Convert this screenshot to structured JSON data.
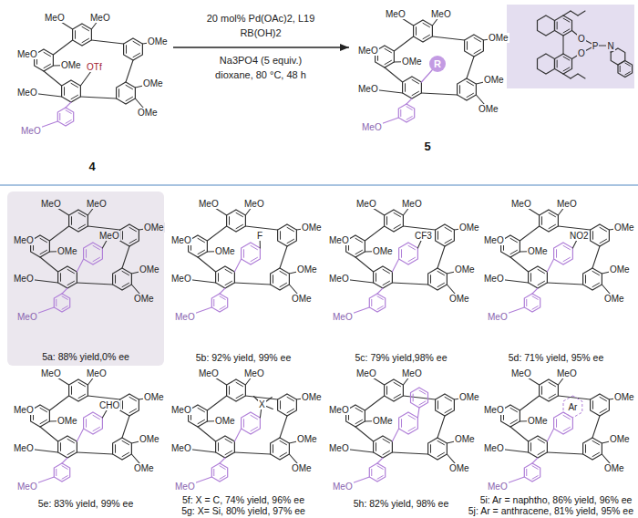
{
  "diagram": {
    "nodes": [
      {
        "text": [
          "4"
        ]
      },
      {
        "text": [
          "5"
        ]
      },
      {
        "text": [
          "O",
          "O",
          "P",
          "N"
        ]
      },
      {
        "text": [
          "5a: 88% yield,0% ee"
        ]
      }
    ],
    "edges": [
      {
        "from": 0,
        "to": 1,
        "arrow": "to"
      }
    ],
    "labels": [
      "20 mol% Pd(OAc)2, L19",
      "RB(OH)2",
      "Na3PO4 (5 equiv.)",
      "dioxane, 80 °C, 48 h",
      "MeO",
      "MeO",
      "OMe",
      "MeO",
      "OMe",
      "OMe",
      "MeO",
      "OMe",
      "MeO",
      "OTf",
      "MeO",
      "MeO",
      "OMe",
      "MeO",
      "OMe",
      "OMe",
      "MeO",
      "OMe",
      "MeO",
      "R",
      "MeO",
      "MeO",
      "OMe",
      "MeO",
      "OMe",
      "OMe",
      "MeO",
      "OMe",
      "MeO",
      "MeO",
      "MeO",
      "MeO",
      "OMe",
      "MeO",
      "OMe",
      "OMe",
      "MeO",
      "OMe",
      "MeO",
      "F",
      "5b: 92% yield, 99% ee",
      "MeO",
      "MeO",
      "OMe",
      "MeO",
      "OMe",
      "OMe",
      "MeO",
      "OMe",
      "MeO",
      "CF3",
      "5c: 79% yield,98% ee",
      "MeO",
      "MeO",
      "OMe",
      "MeO",
      "OMe",
      "OMe",
      "MeO",
      "OMe",
      "MeO",
      "NO2",
      "5d: 71% yield, 95% ee",
      "MeO",
      "MeO",
      "OMe",
      "MeO",
      "OMe",
      "OMe",
      "MeO",
      "OMe",
      "MeO",
      "CHO",
      "5e: 83% yield, 99% ee",
      "MeO",
      "MeO",
      "OMe",
      "MeO",
      "OMe",
      "OMe",
      "MeO",
      "OMe",
      "MeO",
      "X",
      "5f: X = C, 74% yield, 96% ee",
      "5g: X= Si, 80% yield, 97% ee",
      "MeO",
      "MeO",
      "OMe",
      "MeO",
      "OMe",
      "OMe",
      "MeO",
      "OMe",
      "MeO",
      "5h: 82% yield, 98% ee",
      "MeO",
      "MeO",
      "OMe",
      "MeO",
      "OMe",
      "OMe",
      "MeO",
      "OMe",
      "MeO",
      "Ar",
      "5i: Ar = naphtho, 86% yield, 96% ee",
      "5j: Ar = anthracene, 81% yield, 95% ee"
    ]
  }
}
